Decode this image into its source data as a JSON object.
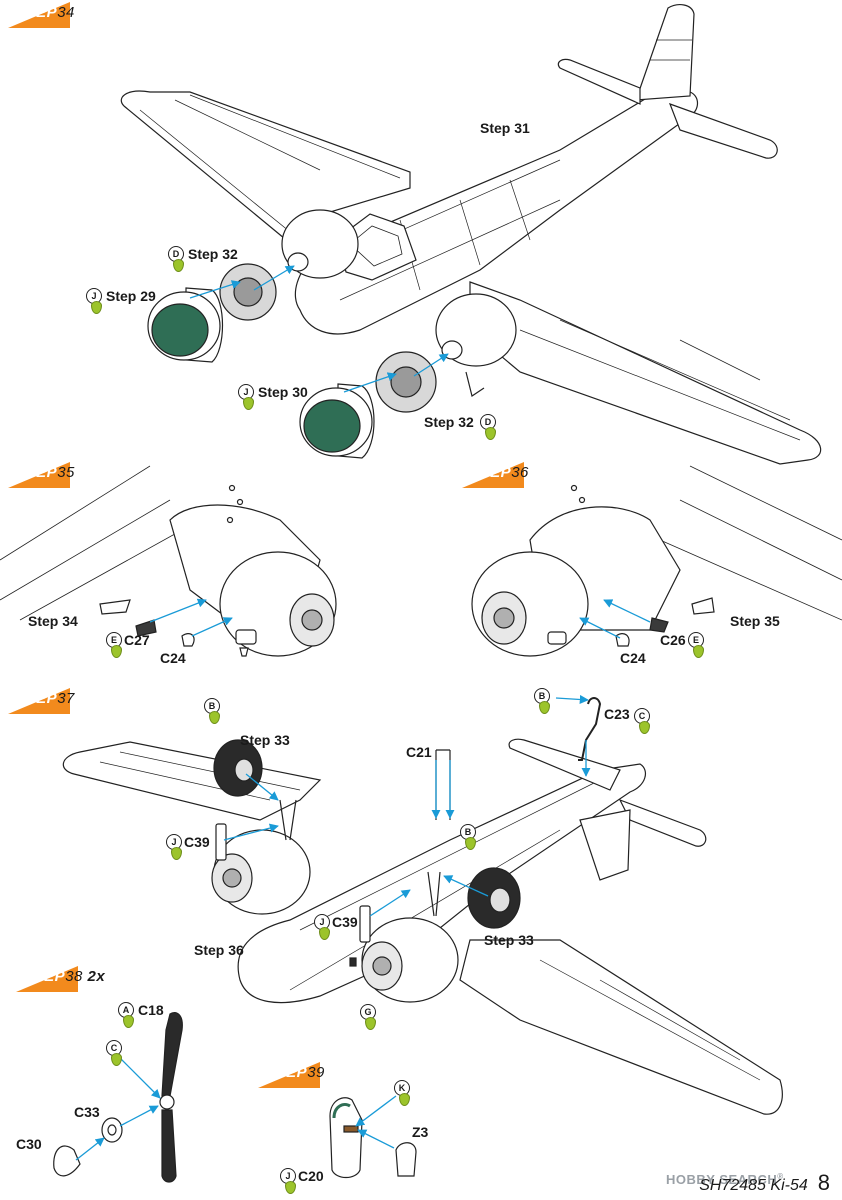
{
  "steps": {
    "s34": {
      "word": "STEP",
      "num": "34",
      "qty": ""
    },
    "s35": {
      "word": "STEP",
      "num": "35",
      "qty": ""
    },
    "s36": {
      "word": "STEP",
      "num": "36",
      "qty": ""
    },
    "s37": {
      "word": "STEP",
      "num": "37",
      "qty": ""
    },
    "s38": {
      "word": "STEP",
      "num": "38",
      "qty": "2x"
    },
    "s39": {
      "word": "STEP",
      "num": "39",
      "qty": ""
    }
  },
  "refs": {
    "step31": "Step 31",
    "step32_upper": "Step 32",
    "step29": "Step 29",
    "step30": "Step 30",
    "step32_lower": "Step 32",
    "step34": "Step 34",
    "step35": "Step 35",
    "step33_left": "Step 33",
    "step33_right": "Step 33",
    "step36": "Step 36"
  },
  "parts": {
    "c27": "C27",
    "c24_left": "C24",
    "c26": "C26",
    "c24_right": "C24",
    "c21": "C21",
    "c23": "C23",
    "c39_left": "C39",
    "c39_center": "C39",
    "c18": "C18",
    "c33": "C33",
    "c30": "C30",
    "z3": "Z3",
    "c20": "C20"
  },
  "color_badges": {
    "d_upper": "D",
    "j_step29": "J",
    "j_step30": "J",
    "d_lower": "D",
    "e_c27": "E",
    "e_c26": "E",
    "b_wheel_left": "B",
    "b_c23": "B",
    "c_c23": "C",
    "j_c39_left": "J",
    "b_wheel_right": "B",
    "j_c39_center": "J",
    "g_antenna": "G",
    "a_c18": "A",
    "c_prop": "C",
    "k_z3": "K",
    "j_c20": "J"
  },
  "footer": {
    "code": "SH72485 Ki-54",
    "page": "8"
  },
  "watermark": {
    "brand": "HOBBY SEARCH",
    "reg": "®"
  },
  "colors": {
    "accent": "#f28a1d",
    "paint_drop": "#9cc42b",
    "arrow": "#1a9bd7",
    "cowl_interior": "#2f6e55",
    "tire": "#2a2a2a"
  }
}
